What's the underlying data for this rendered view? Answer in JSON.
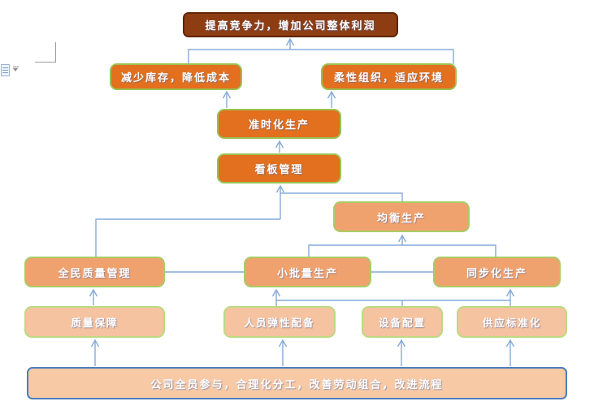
{
  "app": {
    "context": "word-document-page"
  },
  "word_ui": {
    "paste_options_icon": "clipboard-icon",
    "paste_dropdown_icon": "chevron-down-icon",
    "text_boundary_mark": "corner-crop-mark"
  },
  "diagram": {
    "type": "hierarchy-flowchart",
    "nodes": [
      {
        "id": "goal",
        "label": "提高竞争力，增加公司整体利润"
      },
      {
        "id": "reduce-inventory",
        "label": "减少库存，降低成本"
      },
      {
        "id": "flexible-org",
        "label": "柔性组织，适应环境"
      },
      {
        "id": "jit",
        "label": "准时化生产"
      },
      {
        "id": "kanban",
        "label": "看板管理"
      },
      {
        "id": "balanced",
        "label": "均衡生产"
      },
      {
        "id": "tqm",
        "label": "全民质量管理"
      },
      {
        "id": "small-batch",
        "label": "小批量生产"
      },
      {
        "id": "sync",
        "label": "同步化生产"
      },
      {
        "id": "quality",
        "label": "质量保障"
      },
      {
        "id": "staffing",
        "label": "人员弹性配备"
      },
      {
        "id": "equipment",
        "label": "设备配置"
      },
      {
        "id": "supply",
        "label": "供应标准化"
      },
      {
        "id": "foundation",
        "label": "公司全员参与，合理化分工，改善劳动组合，改进流程"
      }
    ],
    "edges_arrows": [
      {
        "from": "reduce-inventory",
        "to": "goal"
      },
      {
        "from": "flexible-org",
        "to": "goal"
      },
      {
        "from": "jit",
        "to": "reduce-inventory"
      },
      {
        "from": "jit",
        "to": "flexible-org"
      },
      {
        "from": "kanban",
        "to": "jit"
      },
      {
        "from": "tqm",
        "to": "kanban"
      },
      {
        "from": "balanced",
        "to": "kanban"
      },
      {
        "from": "small-batch",
        "to": "balanced"
      },
      {
        "from": "sync",
        "to": "balanced"
      },
      {
        "from": "quality",
        "to": "tqm"
      },
      {
        "from": "staffing",
        "to": "small-batch"
      },
      {
        "from": "equipment",
        "to": "small-batch"
      },
      {
        "from": "supply",
        "to": "sync"
      },
      {
        "from": "foundation",
        "to": "quality"
      },
      {
        "from": "foundation",
        "to": "staffing"
      },
      {
        "from": "foundation",
        "to": "equipment"
      },
      {
        "from": "foundation",
        "to": "supply"
      }
    ],
    "links_plain": [
      [
        "tqm",
        "small-batch"
      ],
      [
        "small-batch",
        "sync"
      ]
    ],
    "colors": {
      "root_fill": "#8E3D12",
      "root_border": "#5E2608",
      "orange_fill": "#E2701E",
      "green_border": "#9BC152",
      "salmon_fill": "#F0A26E",
      "peach_fill": "#F5C3A0",
      "foundation_fill": "#F7C9A5",
      "foundation_border": "#4F7DBE",
      "connector": "#85AAD8",
      "text": "#FFFFFF"
    }
  }
}
